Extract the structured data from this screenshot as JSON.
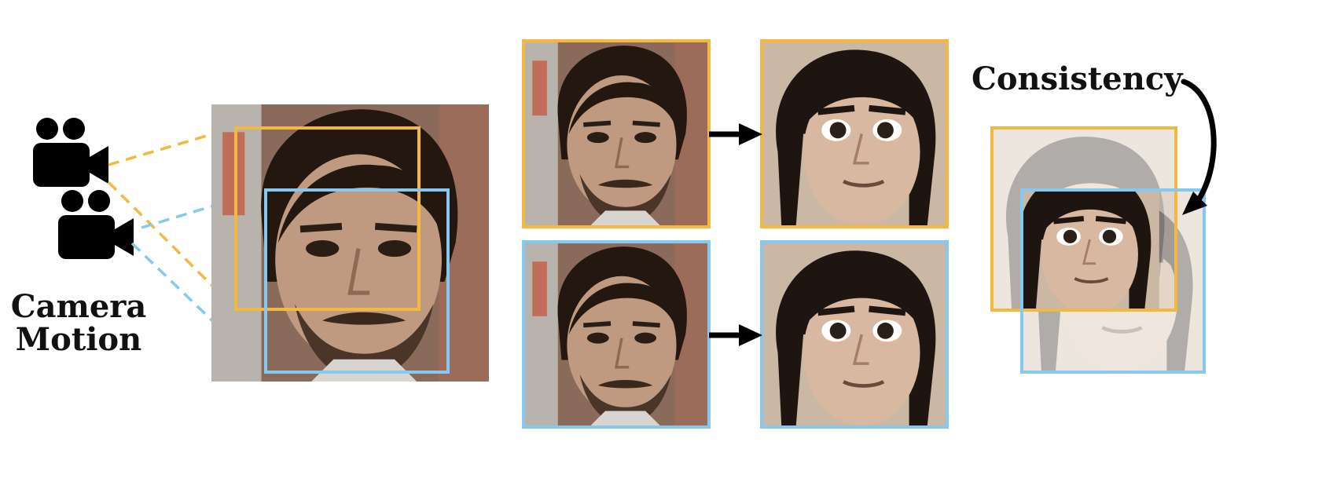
{
  "labels": {
    "camera_motion_line1": "Camera",
    "camera_motion_line2": "Motion",
    "consistency": "Consistency"
  },
  "colors": {
    "view_a": "#F2B840",
    "view_b": "#86C8F0",
    "arrow": "#000000",
    "skin": "#C49A7C",
    "hair": "#241811"
  },
  "icons": [
    "video-camera-icon",
    "video-camera-icon",
    "arrow-right-icon",
    "arrow-right-icon",
    "curved-arrow-icon"
  ]
}
